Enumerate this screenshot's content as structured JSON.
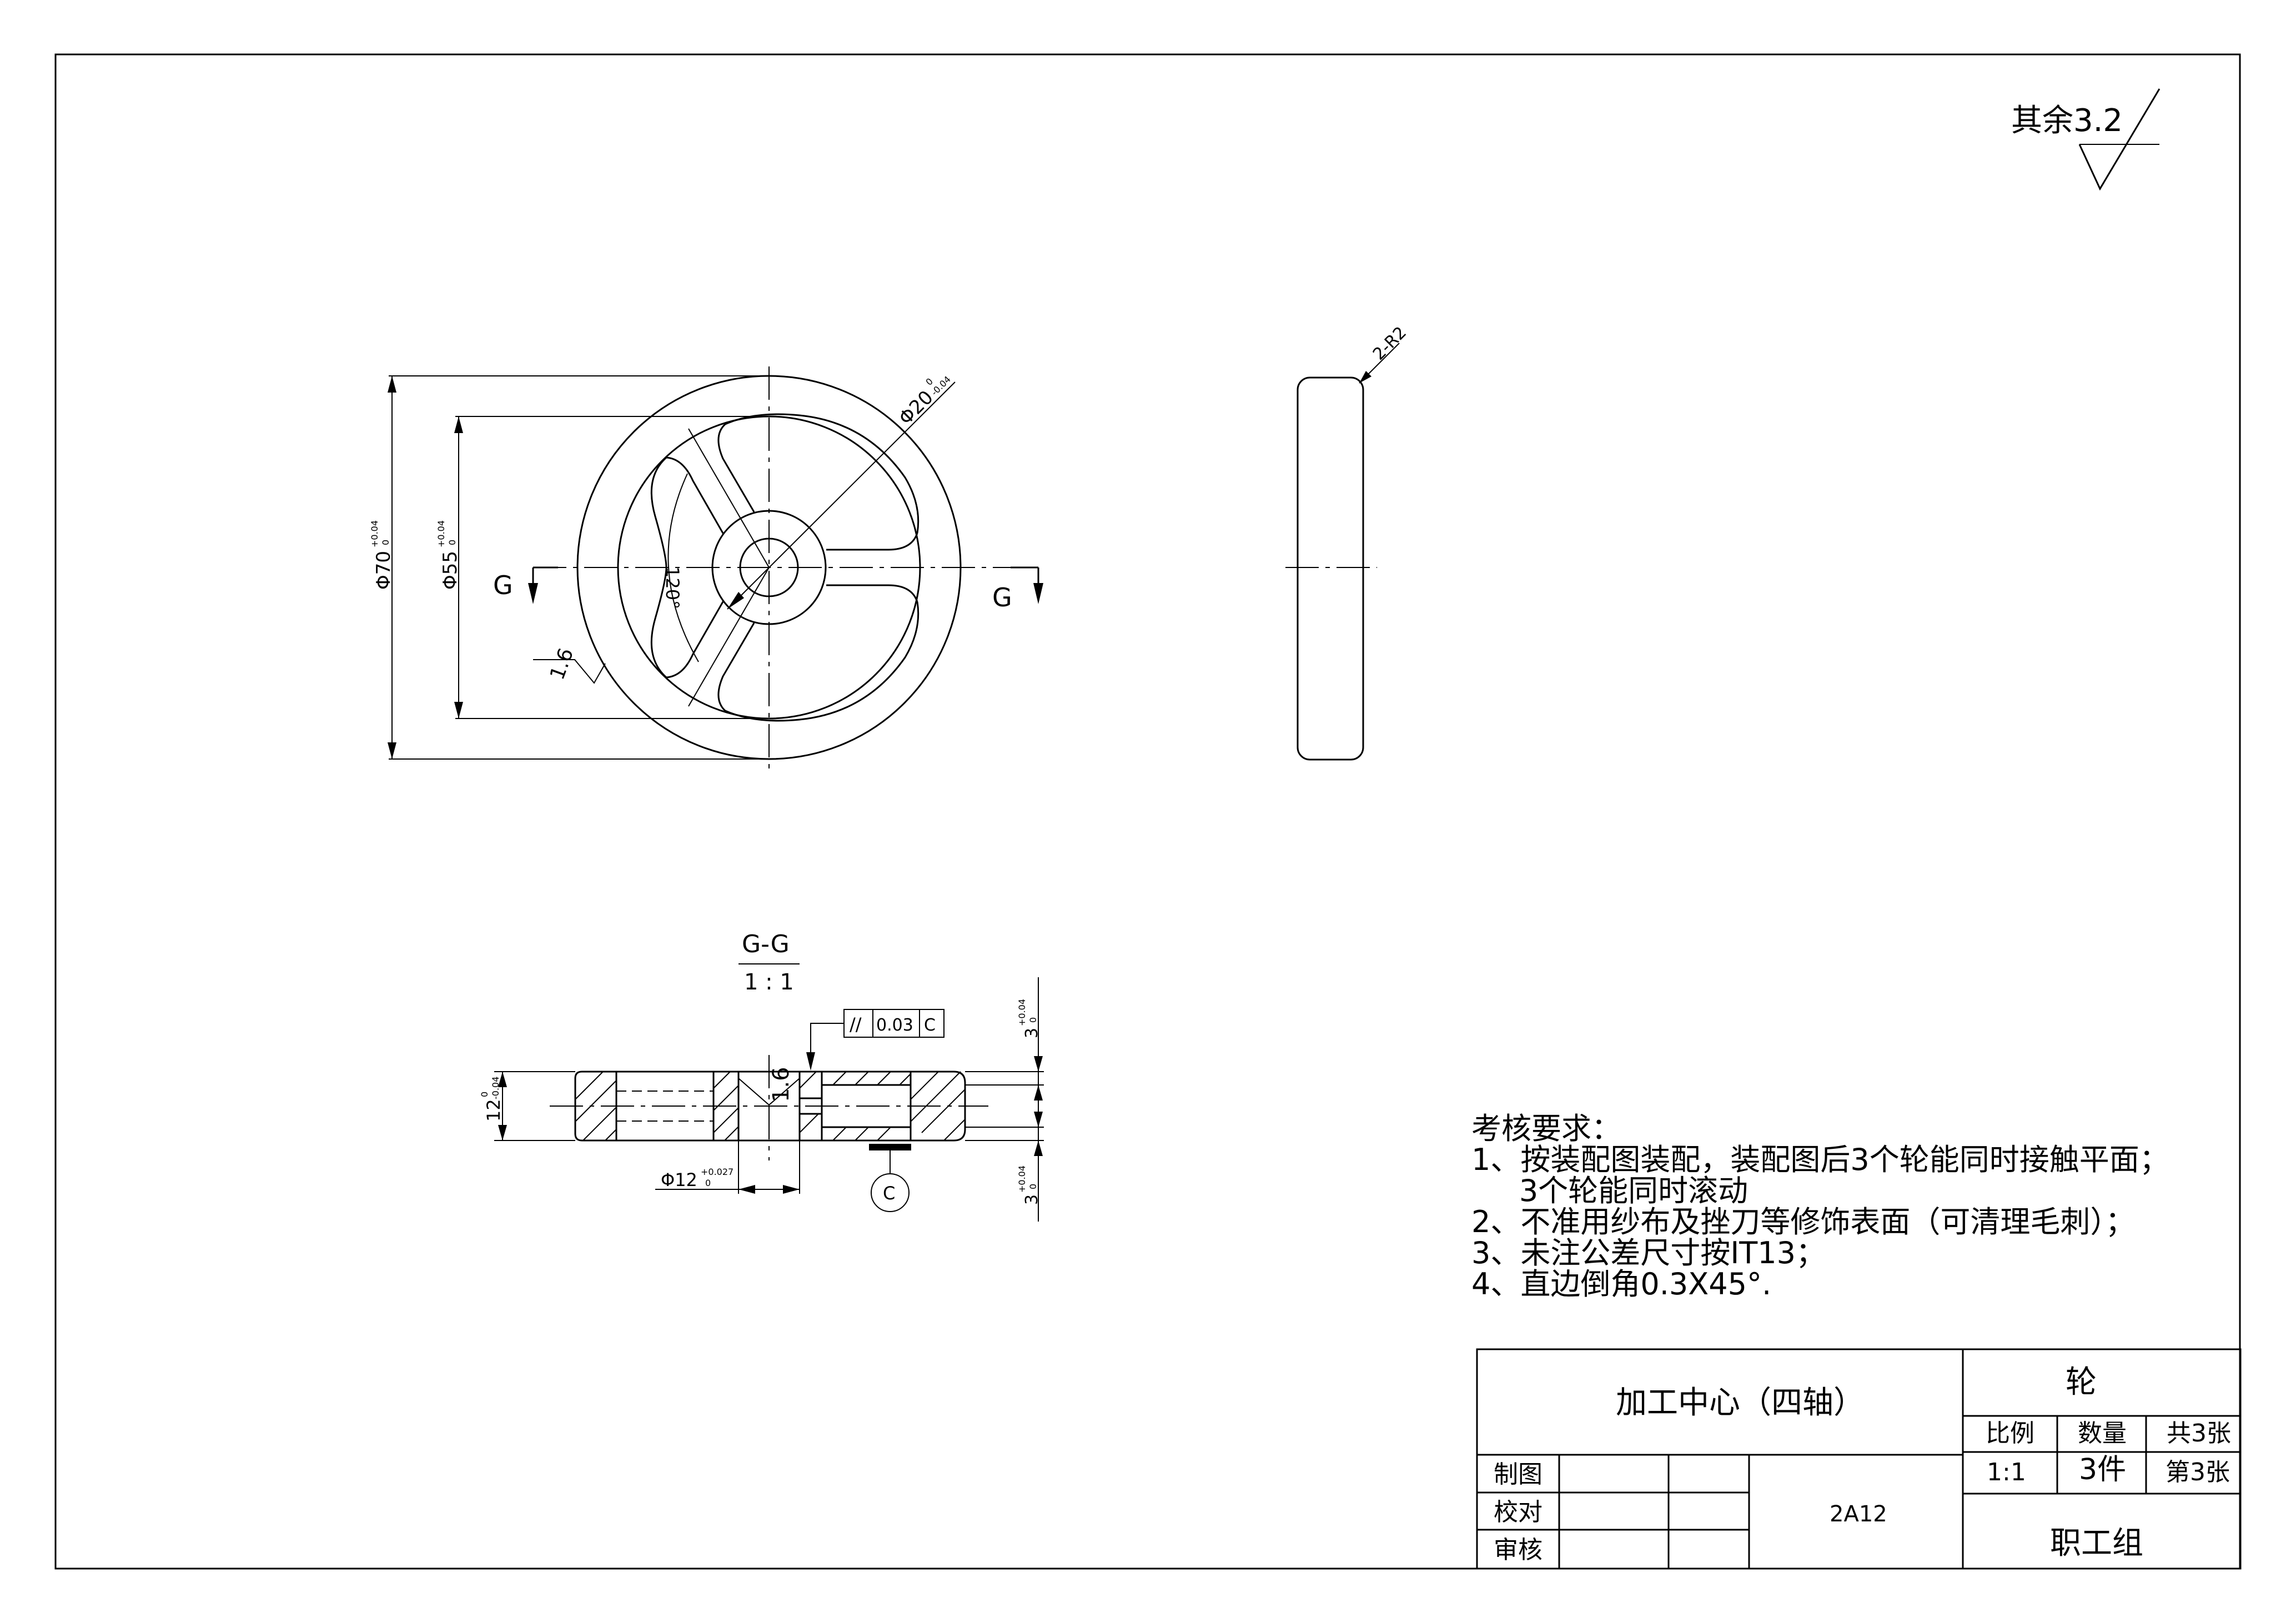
{
  "surface_finish": {
    "label": "其余3.2"
  },
  "front_view": {
    "dim_outer": "Φ70",
    "dim_outer_tol_upper": "+0.04",
    "dim_outer_tol_lower": "0",
    "dim_inner": "Φ55",
    "dim_inner_tol_upper": "+0.04",
    "dim_inner_tol_lower": "0",
    "dim_hub": "Φ20",
    "dim_hub_tol_upper": "0",
    "dim_hub_tol_lower": "-0.04",
    "angle": "120°",
    "roughness": "1.6",
    "section_mark_left": "G",
    "section_mark_right": "G"
  },
  "side_view": {
    "fillet": "2-R2"
  },
  "section_view": {
    "title": "G-G",
    "scale": "1 : 1",
    "dim_thickness": "12",
    "dim_thickness_tol_upper": "0",
    "dim_thickness_tol_lower": "-0.04",
    "dim_bore": "Φ12",
    "dim_bore_tol_upper": "+0.027",
    "dim_bore_tol_lower": "0",
    "dim_top": "3",
    "dim_top_tol_upper": "+0.04",
    "dim_top_tol_lower": "0",
    "dim_bottom": "3",
    "dim_bottom_tol_upper": "+0.04",
    "dim_bottom_tol_lower": "0",
    "roughness": "1.6",
    "gdt_symbol": "//",
    "gdt_value": "0.03",
    "gdt_datum": "C",
    "datum_label": "C"
  },
  "requirements": {
    "title": "考核要求：",
    "lines": [
      "1、按装配图装配，装配图后3个轮能同时接触平面；",
      "     3个轮能同时滚动",
      "2、不准用纱布及挫刀等修饰表面（可清理毛刺）；",
      "3、未注公差尺寸按IT13；",
      "4、直边倒角0.3X45°."
    ]
  },
  "title_block": {
    "project": "加工中心（四轴）",
    "part_name": "轮",
    "scale_label": "比例",
    "qty_label": "数量",
    "sheets_total": "共3张",
    "scale_value": "1:1",
    "qty_value": "3件",
    "sheet_no": "第3张",
    "row_draw": "制图",
    "row_check": "校对",
    "row_review": "审核",
    "material": "2A12",
    "group": "职工组"
  }
}
